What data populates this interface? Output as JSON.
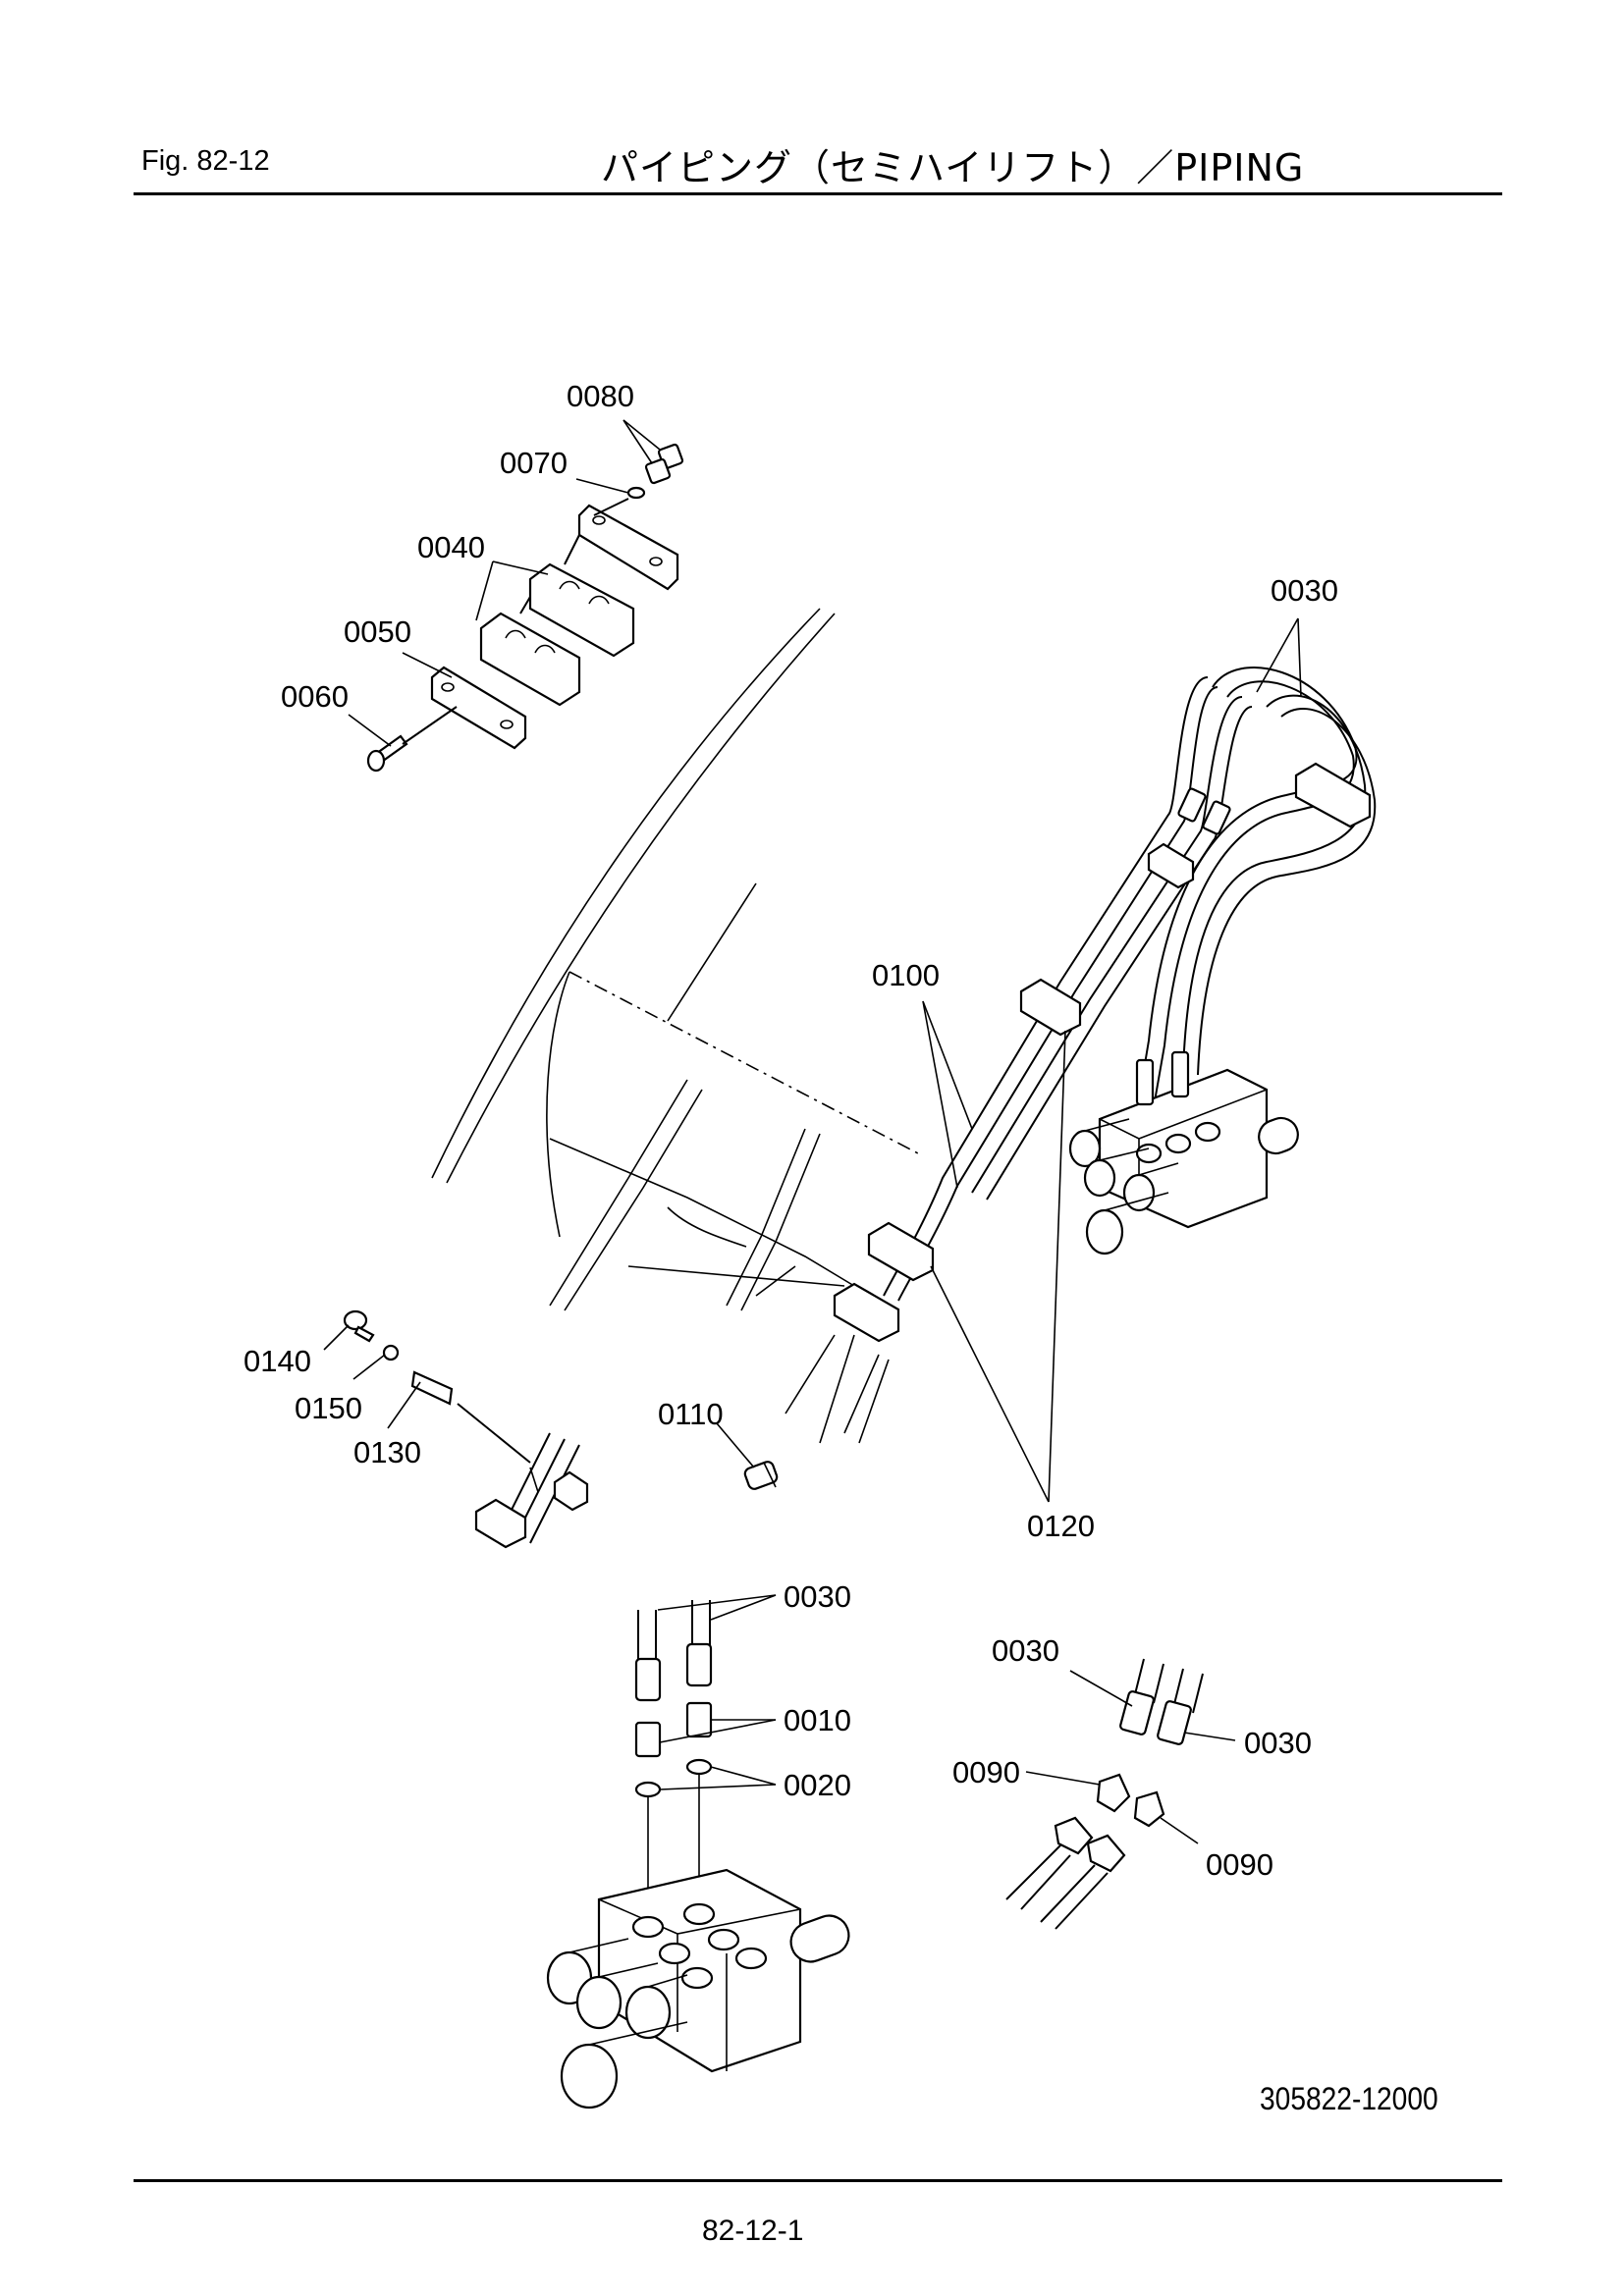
{
  "header": {
    "fig_label": "Fig.  82-12",
    "title": "パイピング（セミハイリフト）／PIPING"
  },
  "callouts": {
    "c0080": "0080",
    "c0070": "0070",
    "c0040": "0040",
    "c0050": "0050",
    "c0060": "0060",
    "c0030_top": "0030",
    "c0100": "0100",
    "c0140": "0140",
    "c0150": "0150",
    "c0130": "0130",
    "c0110": "0110",
    "c0120": "0120",
    "c0030_detail_a": "0030",
    "c0010": "0010",
    "c0020": "0020",
    "c0030_detail_b1": "0030",
    "c0030_detail_b2": "0030",
    "c0090_a": "0090",
    "c0090_b": "0090"
  },
  "footer": {
    "drawing_number": "305822-12000",
    "page_number": "82-12-1"
  }
}
